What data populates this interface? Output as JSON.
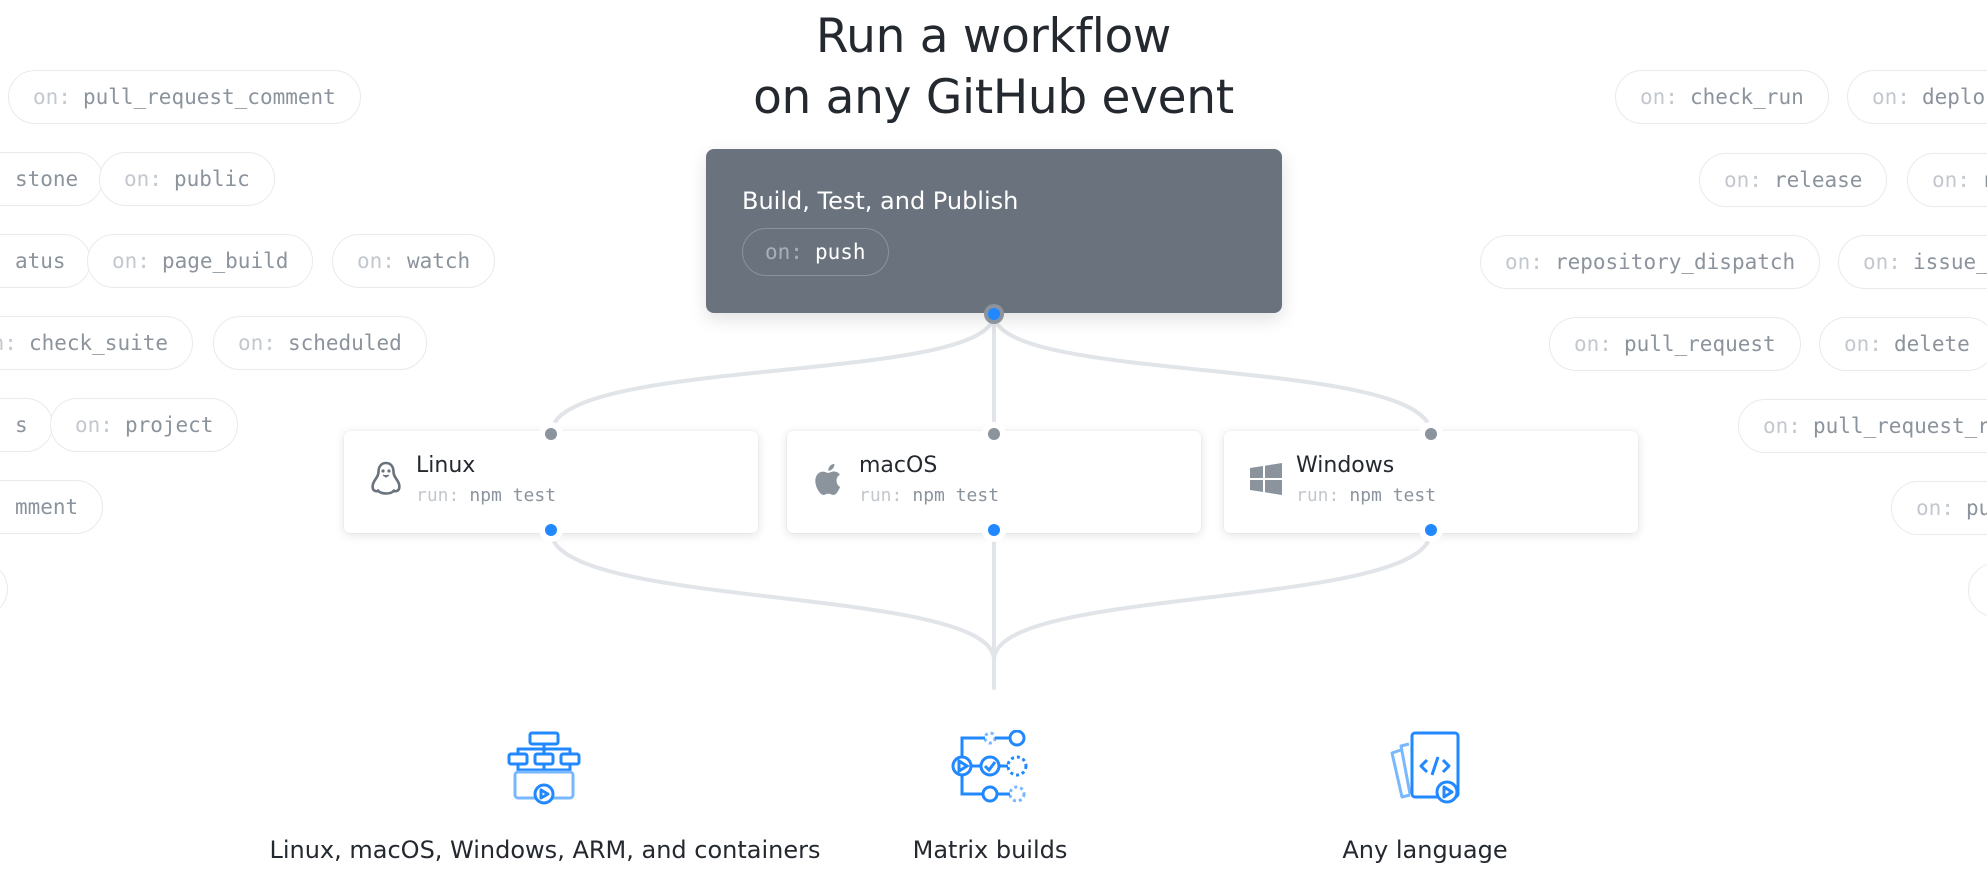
{
  "headline": {
    "line1": "Run a workflow",
    "line2": "on any GitHub event"
  },
  "pill_prefix": "on:",
  "left_events": [
    "pull_request_comment",
    "stone",
    "public",
    "atus",
    "page_build",
    "watch",
    "check_suite",
    "scheduled",
    "s",
    "project",
    "mment",
    ""
  ],
  "right_events": [
    "check_run",
    "deplo",
    "release",
    "r",
    "repository_dispatch",
    "issue_",
    "pull_request",
    "delete",
    "pull_request_r",
    "pu",
    ""
  ],
  "workflow": {
    "title": "Build, Test, and Publish",
    "trigger_prefix": "on:",
    "trigger": "push"
  },
  "jobs": [
    {
      "name": "Linux",
      "run_prefix": "run:",
      "command": "npm test",
      "icon": "linux-penguin-icon"
    },
    {
      "name": "macOS",
      "run_prefix": "run:",
      "command": "npm test",
      "icon": "apple-icon"
    },
    {
      "name": "Windows",
      "run_prefix": "run:",
      "command": "npm test",
      "icon": "windows-icon"
    }
  ],
  "features": [
    {
      "label": "Linux, macOS, Windows, ARM, and containers",
      "icon": "hosted-runners-icon"
    },
    {
      "label": "Matrix builds",
      "icon": "matrix-builds-icon"
    },
    {
      "label": "Any language",
      "icon": "any-language-icon"
    }
  ],
  "colors": {
    "card_bg": "#6a737d",
    "accent_blue": "#2188ff",
    "pill_border": "#e8eaed",
    "wire": "#e1e4e8"
  }
}
